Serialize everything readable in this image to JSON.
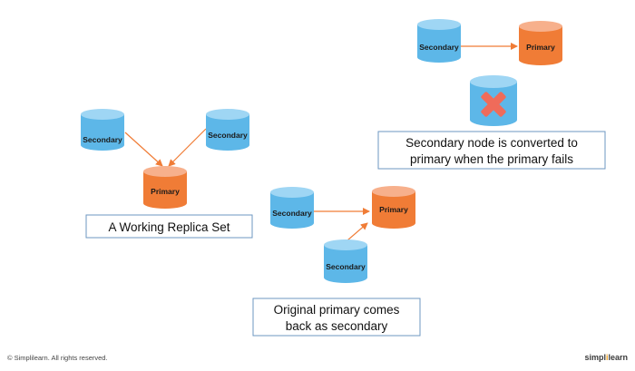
{
  "colors": {
    "secondary_body": "#5DB7E8",
    "secondary_top": "#9FD6F4",
    "primary_body": "#F07C36",
    "primary_top": "#F7B08C",
    "arrow": "#F07C36",
    "caption_border": "#6E97C2",
    "cross": "#EF6B5A",
    "brand_dark": "#3A3A3A",
    "brand_accent": "#F0A01C"
  },
  "nodes": {
    "secondary": "Secondary",
    "primary": "Primary"
  },
  "captions": {
    "working_set": "A Working Replica Set",
    "failover_line1": "Secondary node is converted to",
    "failover_line2": "primary when the primary fails",
    "rejoin_line1": "Original primary comes",
    "rejoin_line2": "back as secondary"
  },
  "footer": {
    "copyright": "© Simplilearn. All rights reserved.",
    "brand_part1": "simpl",
    "brand_part2": "i",
    "brand_part3": "learn"
  }
}
